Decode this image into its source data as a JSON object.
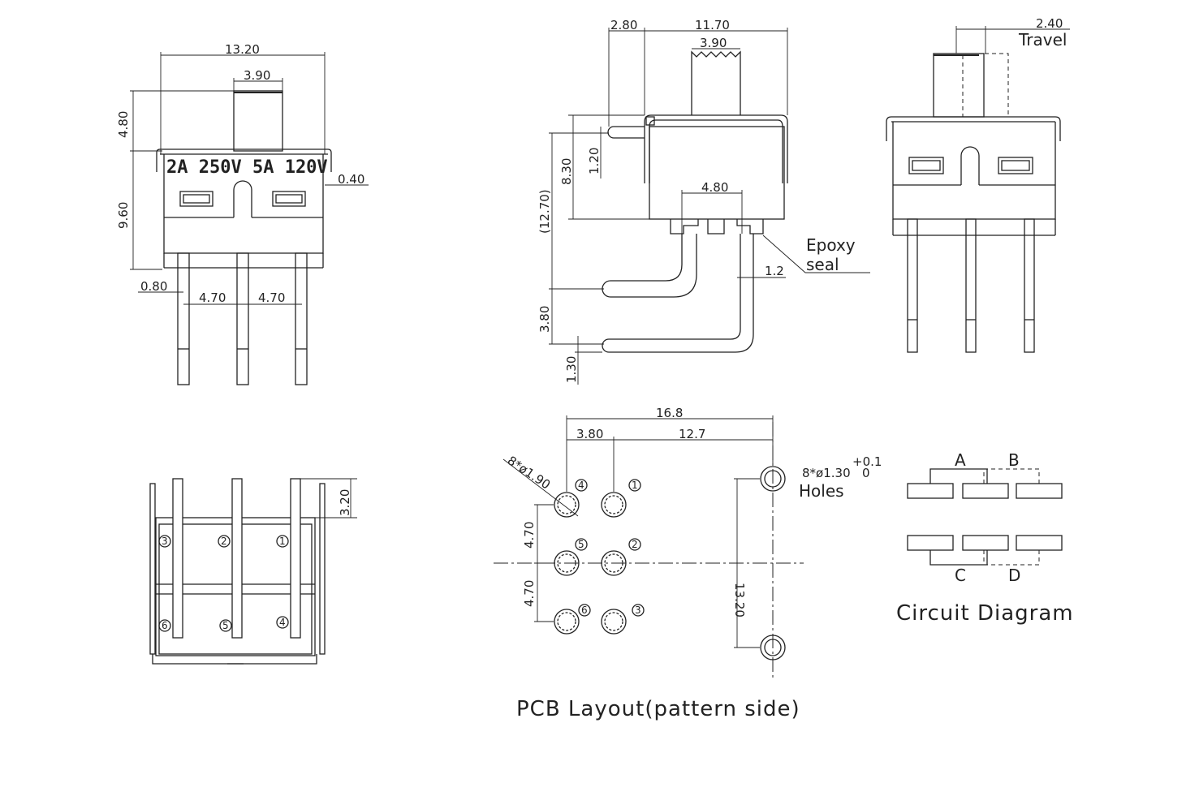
{
  "front_view": {
    "rating": "2A  250V  5A  120V",
    "dims": {
      "width": "13.20",
      "actuator_width": "3.90",
      "actuator_height": "4.80",
      "body_height": "9.60",
      "frame": "0.40",
      "pin": "0.80",
      "pitch_1": "4.70",
      "pitch_2": "4.70"
    }
  },
  "side_view": {
    "dims": {
      "offset": "2.80",
      "length": "11.70",
      "actuator_width": "3.90",
      "height": "8.30",
      "tab": "1.20",
      "overall": "(12.70)",
      "pin_span": "4.80",
      "lead_drop": "3.80",
      "lead_offset": "1.30",
      "lead_thickness": "1.2"
    },
    "epoxy_line1": "Epoxy",
    "epoxy_line2": "seal"
  },
  "end_view": {
    "travel_value": "2.40",
    "travel_label": "Travel"
  },
  "bottom_view": {
    "height": "3.20",
    "pins": [
      "3",
      "2",
      "1",
      "6",
      "5",
      "4"
    ]
  },
  "pcb_layout": {
    "dims": {
      "overall": "16.8",
      "offset": "3.80",
      "span": "12.7",
      "pitch_1": "4.70",
      "pitch_2": "4.70",
      "mount_span": "13.20"
    },
    "pin_hole_spec": "8*ø1.90",
    "mount_hole_spec": "8*ø1.30",
    "tolerance_upper": "+0.1",
    "tolerance_lower": "0",
    "holes_label": "Holes",
    "hole_numbers": [
      "4",
      "1",
      "5",
      "2",
      "6",
      "3"
    ],
    "caption": "PCB Layout(pattern side)"
  },
  "circuit": {
    "labels": [
      "A",
      "B",
      "C",
      "D"
    ],
    "caption": "Circuit Diagram"
  }
}
